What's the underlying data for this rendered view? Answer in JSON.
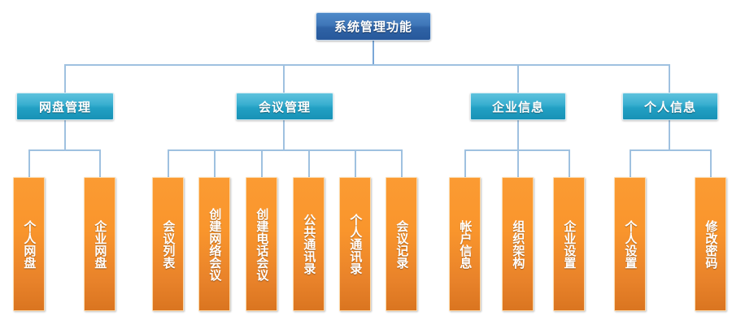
{
  "diagram": {
    "title": "系统管理功能",
    "colors": {
      "root": "#3f76b8",
      "level2": "#22a0c4",
      "leaf": "#f7922c",
      "connector": "#9fc1e0",
      "background": "#ffffff"
    },
    "root": {
      "label": "系统管理功能"
    },
    "branches": [
      {
        "label": "网盘管理",
        "children": [
          {
            "label": "个人网盘"
          },
          {
            "label": "企业网盘"
          }
        ]
      },
      {
        "label": "会议管理",
        "children": [
          {
            "label": "会议列表"
          },
          {
            "label": "创建网络会议"
          },
          {
            "label": "创建电话会议"
          },
          {
            "label": "公共通讯录"
          },
          {
            "label": "个人通讯录"
          },
          {
            "label": "会议记录"
          }
        ]
      },
      {
        "label": "企业信息",
        "children": [
          {
            "label": "帐户信息"
          },
          {
            "label": "组织架构"
          },
          {
            "label": "企业设置"
          }
        ]
      },
      {
        "label": "个人信息",
        "children": [
          {
            "label": "个人设置"
          },
          {
            "label": "修改密码"
          }
        ]
      }
    ]
  }
}
